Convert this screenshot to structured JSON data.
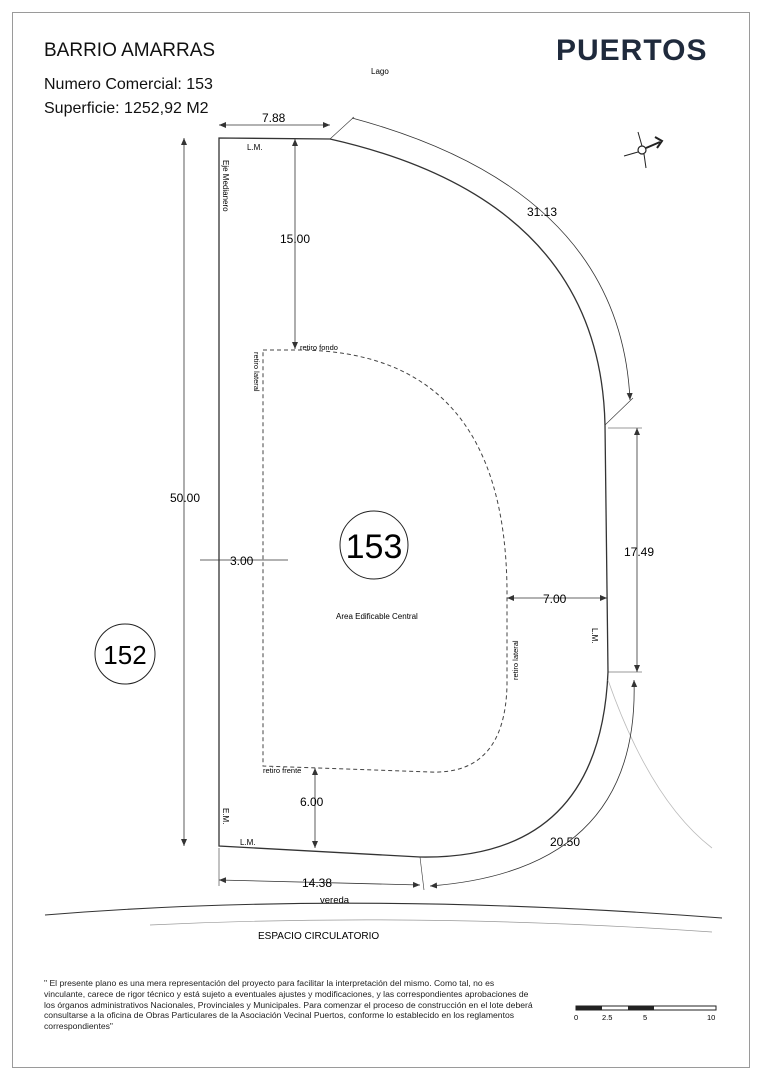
{
  "header": {
    "title": "BARRIO AMARRAS",
    "commercial_number": "Numero Comercial: 153",
    "surface": "Superficie: 1252,92 M2",
    "brand": "PUERTOS"
  },
  "plan": {
    "lake_label": "Lago",
    "lot_number": "153",
    "neighbor_lot_number": "152",
    "buildable_area_label": "Area Edificable Central",
    "retiro_fondo": "retiro fondo",
    "retiro_lateral_left": "retiro lateral",
    "retiro_lateral_right": "retiro lateral",
    "retiro_frente": "retiro frente",
    "eje_medianero": "Eje Medianero",
    "lm_top": "L.M.",
    "lm_right": "L.M.",
    "lm_bottom": "L.M.",
    "em_label": "E.M.",
    "sidewalk_label": "vereda",
    "circulation_label": "ESPACIO CIRCULATORIO"
  },
  "dimensions": {
    "top_front": "7.88",
    "arc_top": "31.13",
    "rear_setback": "15.00",
    "left_total": "50.00",
    "side_setback": "3.00",
    "right_straight": "17.49",
    "right_setback": "7.00",
    "front_setback": "6.00",
    "arc_bottom": "20.50",
    "bottom_front": "14.38"
  },
  "scale_bar": {
    "ticks": [
      "0",
      "2.5",
      "5",
      "10"
    ]
  },
  "disclaimer": "\" El presente plano es una mera representación del proyecto para facilitar la interpretación del mismo. Como tal, no es vinculante, carece de rigor técnico y está sujeto a eventuales ajustes y modificaciones, y las correspondientes aprobaciones de los órganos administrativos Nacionales, Provinciales y Municipales. Para comenzar el proceso de construcción en el lote deberá consultarse a la oficina de Obras Particulares de la Asociación Vecinal Puertos, conforme lo establecido en los reglamentos correspondientes\"",
  "colors": {
    "brand": "#1f2a3c",
    "lines": "#333333",
    "frame": "#9a9a9a"
  }
}
